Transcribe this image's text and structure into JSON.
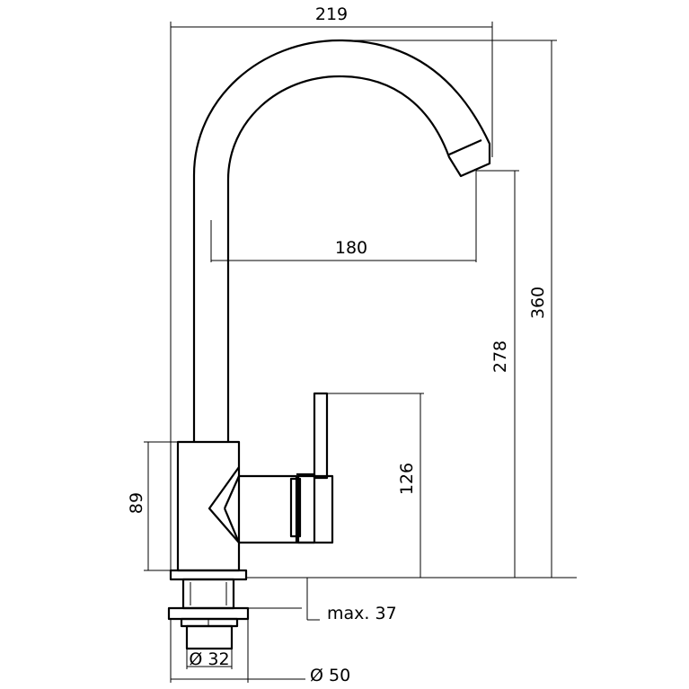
{
  "dimensions": {
    "width_top": "219",
    "spout_reach": "180",
    "total_height": "360",
    "spout_height": "278",
    "lever_height": "126",
    "body_height": "89",
    "max_thickness": "max. 37",
    "thread_diameter": "Ø 32",
    "base_diameter": "Ø 50"
  }
}
